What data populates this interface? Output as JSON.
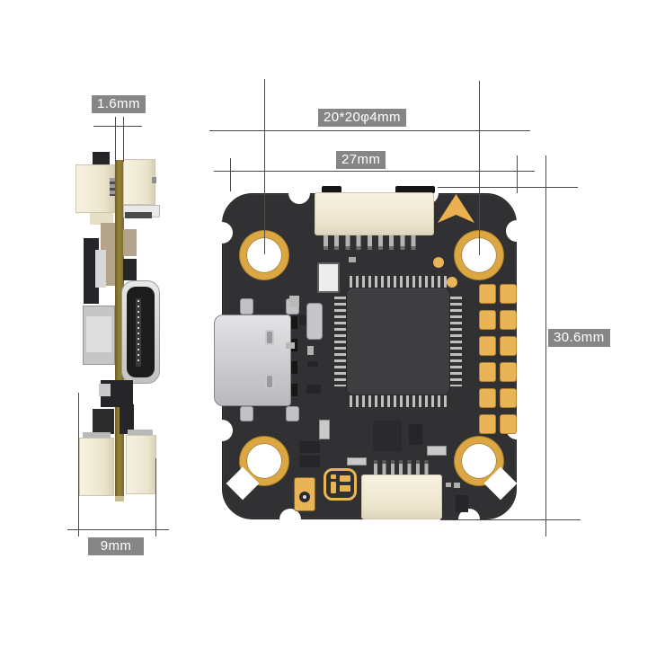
{
  "diagram": {
    "type": "product-dimension-diagram",
    "subject": "flight controller board",
    "dimensions": {
      "pcb_thickness": "1.6mm",
      "side_width": "9mm",
      "mounting_pattern": "20*20φ4mm",
      "board_width": "27mm",
      "board_height": "30.6mm"
    },
    "top_view": {
      "mounting_holes": 4,
      "solder_pad_grid": {
        "rows": 6,
        "cols": 2,
        "pad_w": 17,
        "pad_h": 20,
        "col_pitch": 23,
        "row_pitch": 29
      }
    },
    "colors": {
      "accent_gold": "#e9b455",
      "board_dark": "#313134",
      "label_bg": "#868686",
      "label_text": "#ffffff",
      "dimension_line": "#4a4a4a",
      "connector_cream": "#efe8d1",
      "pcb_olive": "#8a7933",
      "metal_silver": "#c6c6c9"
    }
  }
}
